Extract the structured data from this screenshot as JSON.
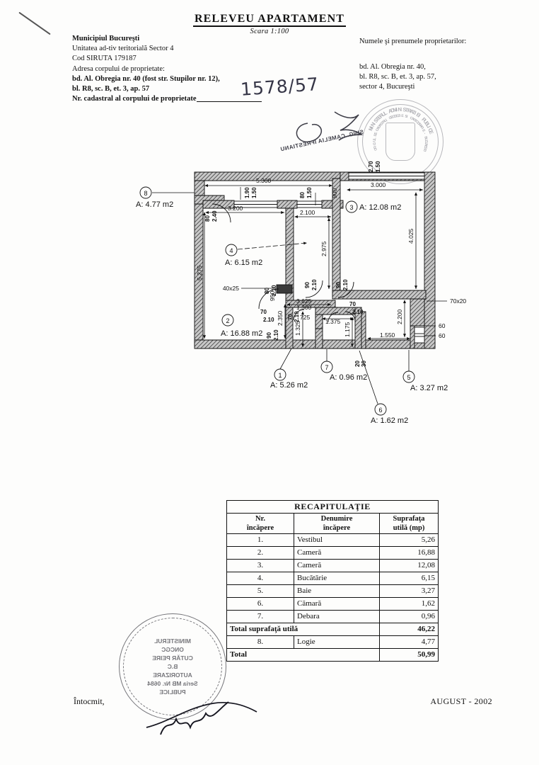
{
  "document": {
    "title": "RELEVEU  APARTAMENT",
    "scale": "Scara 1:100",
    "date": "AUGUST - 2002",
    "drawn_by_label": "Întocmit,",
    "cadastral_number_handwritten": "1578/57"
  },
  "header": {
    "left": {
      "municipality": "Municipiul  Bucureşti",
      "territorial_unit": "Unitatea ad-tiv teritorială Sector 4",
      "siruta": "Cod  SIRUTA 179187",
      "address_label": "Adresa corpului de proprietate:",
      "address_line1": "bd. Al. Obregia nr. 40 (fost str. Stupilor nr. 12),",
      "address_line2": "bl. R8, sc. B, et. 3, ap. 57",
      "cadastral_label": "Nr. cadastral al corpului de proprietate"
    },
    "right": {
      "owner_label": "Numele şi  prenumele proprietarilor:",
      "owner_line1": "bd. Al. Obregia nr. 40,",
      "owner_line2": "bl. R8, sc. B, et. 3, ap. 57,",
      "owner_line3": "sector 4, Bucureşti"
    }
  },
  "stamps": {
    "top_seal_outer": "MINISTERUL ADMINISTRATIEI PUBLICE",
    "top_seal_inner": "OFICIUL DE CADASTRU, GEODEZIE SI CARTOGRAFIE - BUCURESTI",
    "bottom_seal": "MINISTERUL\nONCGC\nCUTĂR PEIRE\nB.C\nAUTORIZARE\nSeria MB Nr. 0684\nPUBLICE",
    "signature_top": "SING. CAMELIA  IFRESTIANU"
  },
  "plan": {
    "rooms": [
      {
        "id": "1",
        "area": "A: 5.26 m2"
      },
      {
        "id": "2",
        "area": "A: 16.88 m2"
      },
      {
        "id": "3",
        "area": "A: 12.08 m2"
      },
      {
        "id": "4",
        "area": "A: 6.15 m2"
      },
      {
        "id": "5",
        "area": "A: 3.27 m2"
      },
      {
        "id": "6",
        "area": "A: 1.62 m2"
      },
      {
        "id": "7",
        "area": "A: 0.96 m2"
      },
      {
        "id": "8",
        "area": "A: 4.77 m2"
      }
    ],
    "dimensions": {
      "top_overall": "5.300",
      "top_right": "3.000",
      "left_vertical": "5.275",
      "room4_width": "3.200",
      "room4_to_hall": "2.100",
      "hall_vertical": "2.975",
      "right_vertical": "4.025",
      "bottom_hall": "3.625",
      "corridor_width": "1.300",
      "corridor_small": "725",
      "bath_width": "1.375",
      "bath_height": "1.175",
      "camara_height": "1.325",
      "logie_width": "1.550",
      "logie_height": "2.200",
      "d_2350": "2.350",
      "d_900": "900",
      "d_950": "950",
      "pillar": "40x25",
      "beam": "70x20",
      "w60_a": "60",
      "w60_b": "60"
    },
    "openings": [
      {
        "w": "1.90",
        "h": "1.50"
      },
      {
        "w": "80",
        "h": "1.50"
      },
      {
        "w": "80",
        "h": "2.40"
      },
      {
        "w": "2.70",
        "h": "1.50"
      },
      {
        "w": "80",
        "h": "2.10"
      },
      {
        "w": "90",
        "h": "2.10"
      },
      {
        "w": "90",
        "h": "2.10"
      },
      {
        "w": "70",
        "h": "2.10"
      },
      {
        "w": "70",
        "h": "2.10"
      },
      {
        "w": "70",
        "h": "2.10"
      },
      {
        "w": "90",
        "h": "2.10"
      },
      {
        "w": "20",
        "h": "30"
      }
    ]
  },
  "recapitulation": {
    "title": "RECAPITULAŢIE",
    "columns": [
      "Nr.\nîncăpere",
      "Denumire\nîncăpere",
      "Suprafaţa\nutilă (mp)"
    ],
    "col_nr_l1": "Nr.",
    "col_nr_l2": "încăpere",
    "col_name_l1": "Denumire",
    "col_name_l2": "încăpere",
    "col_val_l1": "Suprafaţa",
    "col_val_l2": "utilă (mp)",
    "rows": [
      {
        "nr": "1.",
        "name": "Vestibul",
        "area": "5,26"
      },
      {
        "nr": "2.",
        "name": "Cameră",
        "area": "16,88"
      },
      {
        "nr": "3.",
        "name": "Cameră",
        "area": "12,08"
      },
      {
        "nr": "4.",
        "name": "Bucătărie",
        "area": "6,15"
      },
      {
        "nr": "5.",
        "name": "Baie",
        "area": "3,27"
      },
      {
        "nr": "6.",
        "name": "Cămară",
        "area": "1,62"
      },
      {
        "nr": "7.",
        "name": "Debara",
        "area": "0,96"
      }
    ],
    "subtotal_label": "Total suprafaţă utilă",
    "subtotal_value": "46,22",
    "extra_row": {
      "nr": "8.",
      "name": "Logie",
      "area": "4,77"
    },
    "total_label": "Total",
    "total_value": "50,99"
  }
}
